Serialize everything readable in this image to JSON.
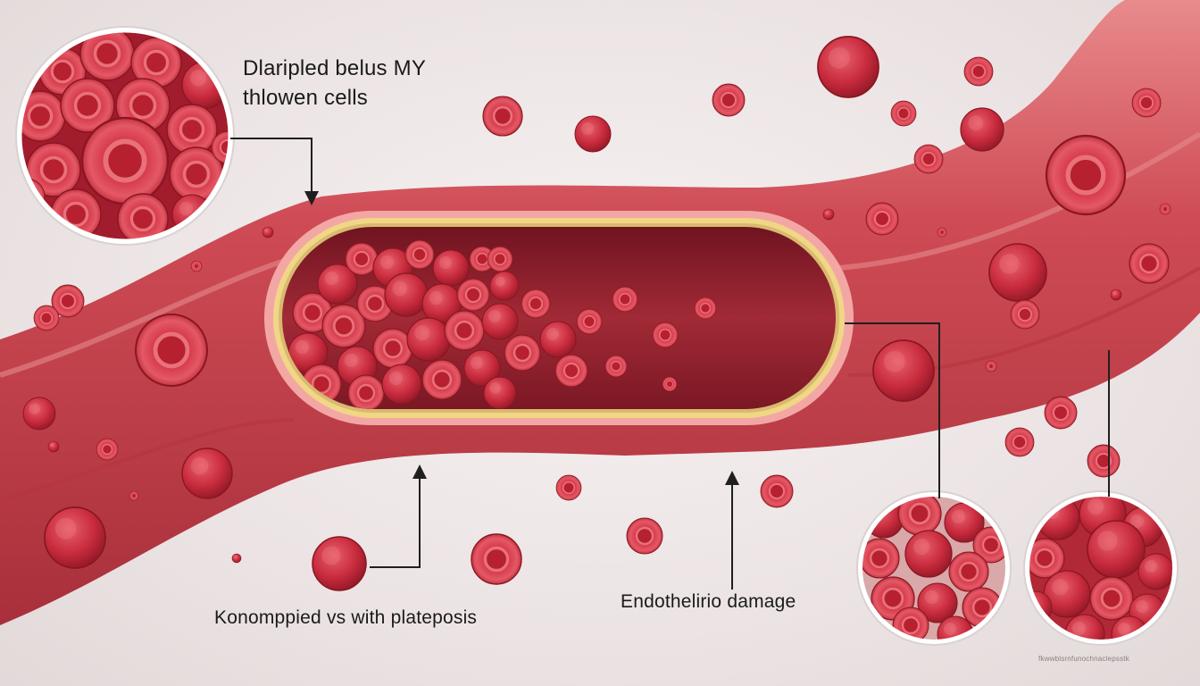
{
  "labels": {
    "top_line1": "Dlaripled belus MY",
    "top_line2": "thlowen cells",
    "bottom": "Konomppied vs with plateposis",
    "right": "Endothelirio damage"
  },
  "watermark": "fkwwblsrnfunochnaclepsstk",
  "colors": {
    "vessel_outer": "#c9434d",
    "vessel_highlight": "#e57e82",
    "lumen": "#8e1f2b",
    "endothelium": "#f0d685",
    "cell": "#c72a3c",
    "cell_dark": "#9d1b2a",
    "cell_light": "#e04f5c",
    "background": "#eee6e6",
    "arrow": "#1f1f1f"
  },
  "icons": [
    "arrow-down-icon",
    "arrow-up-icon",
    "magnifier-circle"
  ]
}
